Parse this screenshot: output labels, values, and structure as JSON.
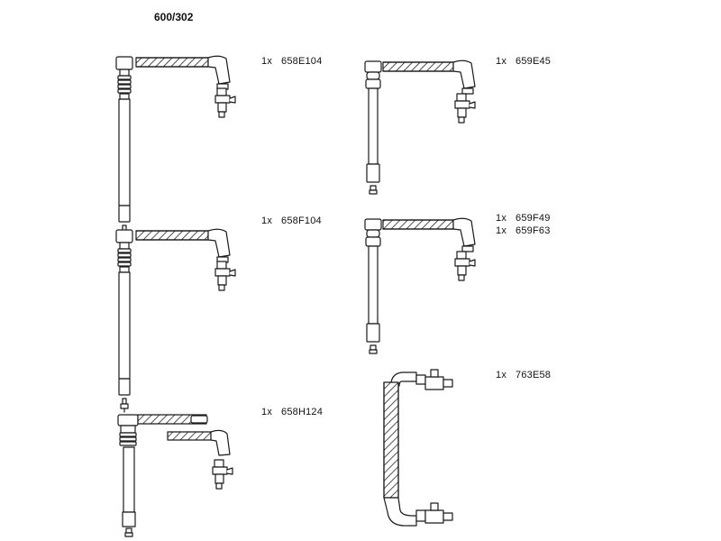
{
  "header": {
    "title": "600/302"
  },
  "parts": [
    {
      "qty": "1x",
      "codes": [
        "658E104"
      ]
    },
    {
      "qty": "1x",
      "codes": [
        "659E45"
      ]
    },
    {
      "qty": "1x",
      "codes": [
        "658F104"
      ]
    },
    {
      "qty": "1x",
      "codes": [
        "659F49",
        "659F63"
      ]
    },
    {
      "qty": "1x",
      "codes": [
        "658H124"
      ]
    },
    {
      "qty": "1x",
      "codes": [
        "763E58"
      ]
    }
  ]
}
